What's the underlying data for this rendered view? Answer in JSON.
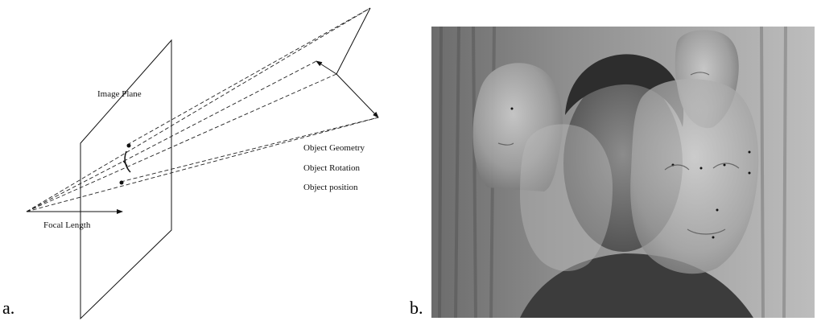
{
  "panel_a": {
    "label": "a.",
    "texts": {
      "image_plane": "Image Plane",
      "focal_length": "Focal Length",
      "object_geometry": "Object Geometry",
      "object_rotation": "Object Rotation",
      "object_position": "Object position"
    }
  },
  "panel_b": {
    "label": "b."
  },
  "colors": {
    "line": "#111111",
    "photo_bg": "#7a7a7a",
    "face_gray": "#9a9a9a"
  }
}
